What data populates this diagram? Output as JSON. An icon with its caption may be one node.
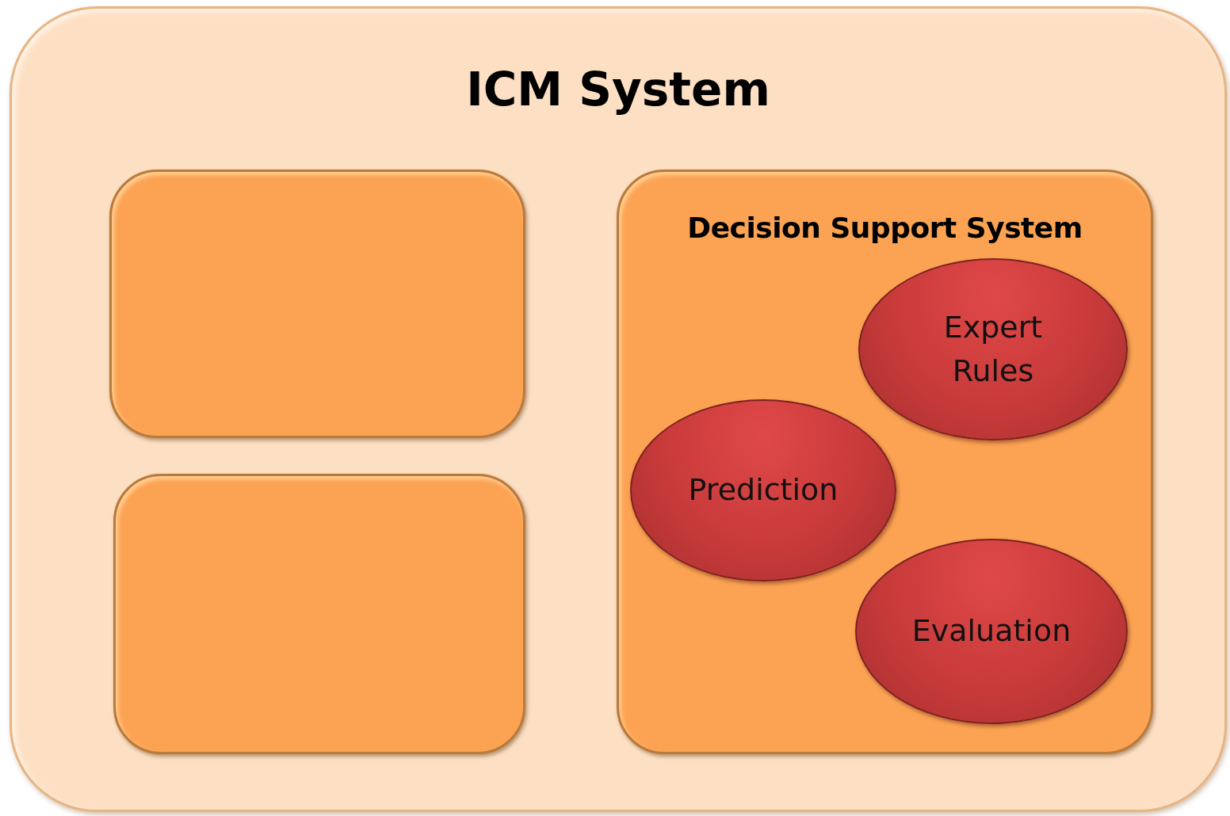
{
  "diagram": {
    "nodes": [
      {
        "text": [
          "ICM System"
        ]
      },
      {
        "text": [],
        "shape": "box",
        "in": 0
      },
      {
        "text": [],
        "shape": "box",
        "in": 0
      },
      {
        "text": [
          "Decision Support System"
        ],
        "in": 0
      },
      {
        "text": [
          "Expert Rules"
        ],
        "in": 3
      },
      {
        "text": [
          "Prediction"
        ],
        "in": 3
      },
      {
        "text": [
          "Evaluation"
        ],
        "in": 3
      }
    ]
  }
}
